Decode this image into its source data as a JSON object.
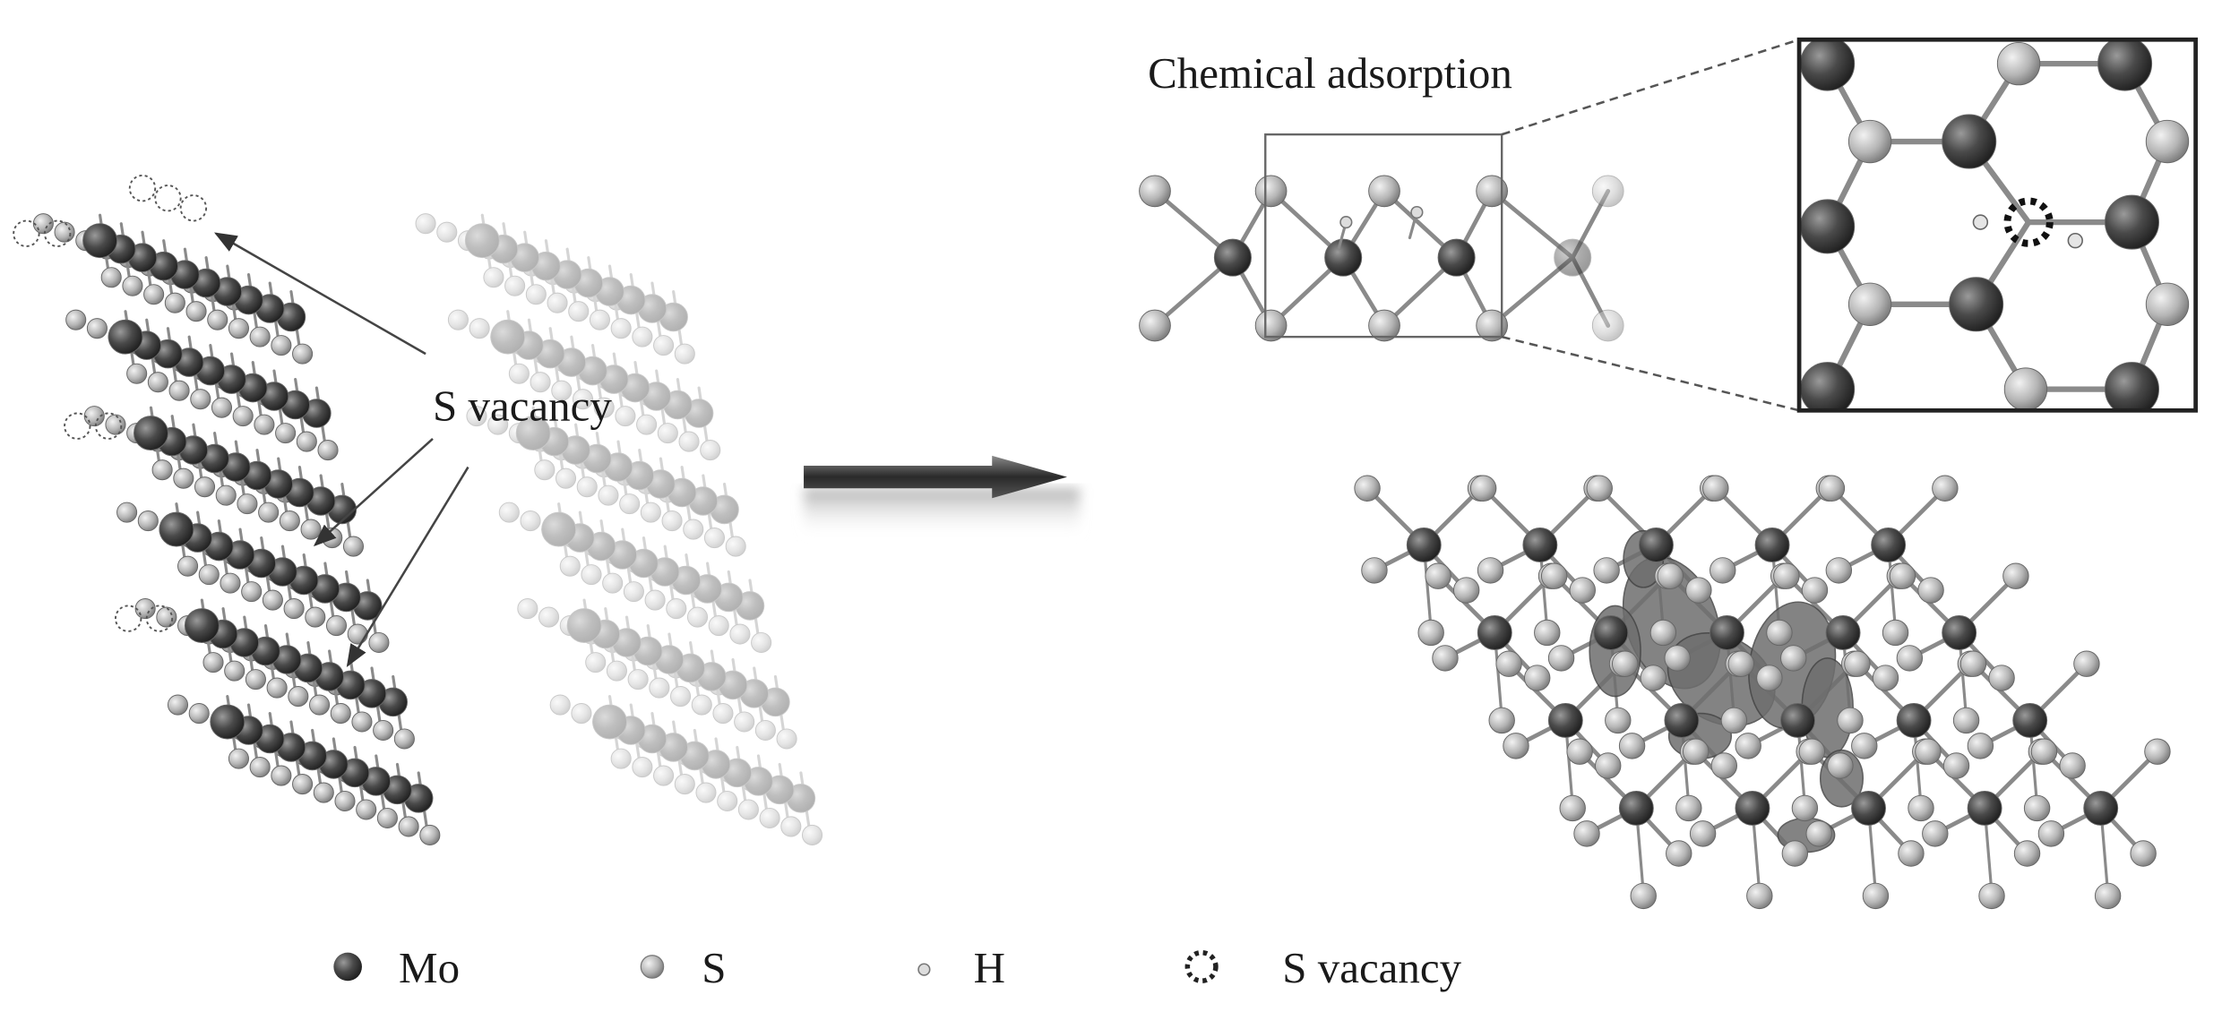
{
  "labels": {
    "s_vacancy_callout": "S vacancy",
    "chemical_adsorption": "Chemical adsorption"
  },
  "legend": [
    {
      "symbol": "mo-atom",
      "label": "Mo"
    },
    {
      "symbol": "s-atom",
      "label": "S"
    },
    {
      "symbol": "h-atom",
      "label": "H"
    },
    {
      "symbol": "s-vacancy",
      "label": "S vacancy"
    }
  ],
  "colors": {
    "mo": "#4a4a4a",
    "s": "#b5b5b5",
    "h": "#d8d8d8",
    "bond": "#8a8a8a",
    "charge_density": "#6e6e6e"
  }
}
